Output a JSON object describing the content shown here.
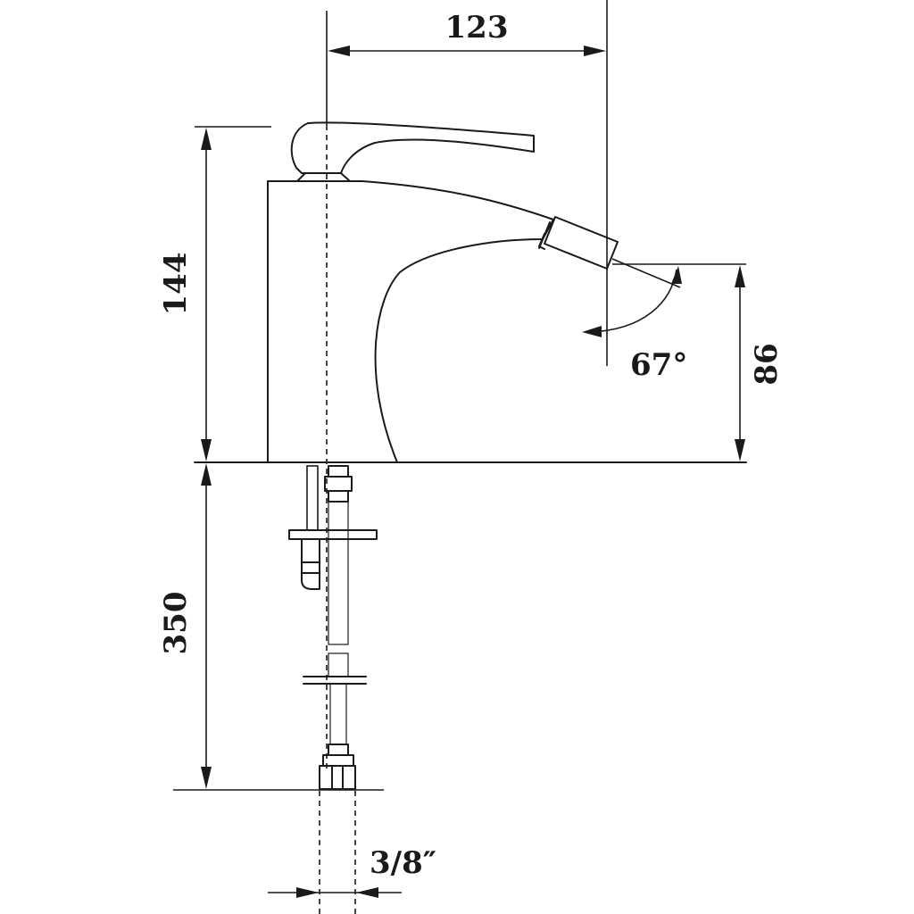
{
  "dimensions": {
    "spout_reach": "123",
    "total_height": "144",
    "spout_height": "86",
    "spray_angle": "67°",
    "hose_length": "350",
    "connection_size": "3/8″"
  }
}
